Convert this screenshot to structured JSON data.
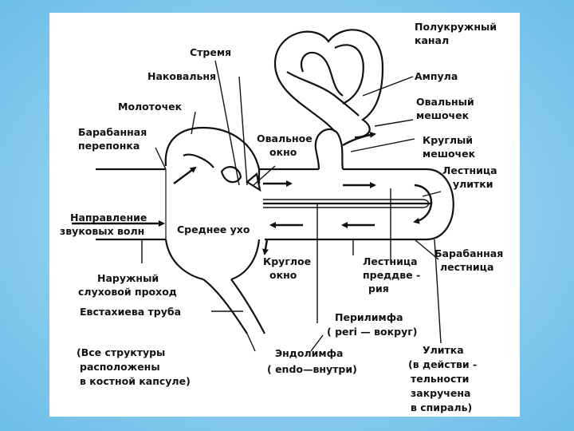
{
  "labels": {
    "semicircular_canal_1": "Полукружный",
    "semicircular_canal_2": "канал",
    "stapes": "Стремя",
    "incus": "Наковальня",
    "ampulla": "Ампула",
    "malleus": "Молоточек",
    "utricle_1": "Овальный",
    "utricle_2": "мешочек",
    "eardrum_1": "Барабанная",
    "eardrum_2": "перепонка",
    "oval_window_1": "Овальное",
    "oval_window_2": "окно",
    "saccule_1": "Круглый",
    "saccule_2": "мешочек",
    "cochlear_duct_1": "Лестница",
    "cochlear_duct_2": "улитки",
    "wave_direction_1": "Направление",
    "wave_direction_2": "звуковых волн",
    "middle_ear": "Среднее ухо",
    "ear_canal_1": "Наружный",
    "ear_canal_2": "слуховой проход",
    "round_window_1": "Круглое",
    "round_window_2": "окно",
    "scala_vestibuli_1": "Лестница",
    "scala_vestibuli_2": "преддве -",
    "scala_vestibuli_3": "рия",
    "scala_tympani_1": "Барабанная",
    "scala_tympani_2": "лестница",
    "eustachian_tube": "Евстахиева труба",
    "perilymph_1": "Перилимфа",
    "perilymph_2": "( peri — вокруг)",
    "bony_capsule_1": "(Все структуры",
    "bony_capsule_2": "расположены",
    "bony_capsule_3": "в костной капсуле)",
    "endolymph_1": "Эндолимфа",
    "endolymph_2": "( endo—внутри)",
    "cochlea_1": "Улитка",
    "cochlea_2": "(в действи -",
    "cochlea_3": "тельности",
    "cochlea_4": "закручена",
    "cochlea_5": "в спираль)"
  }
}
